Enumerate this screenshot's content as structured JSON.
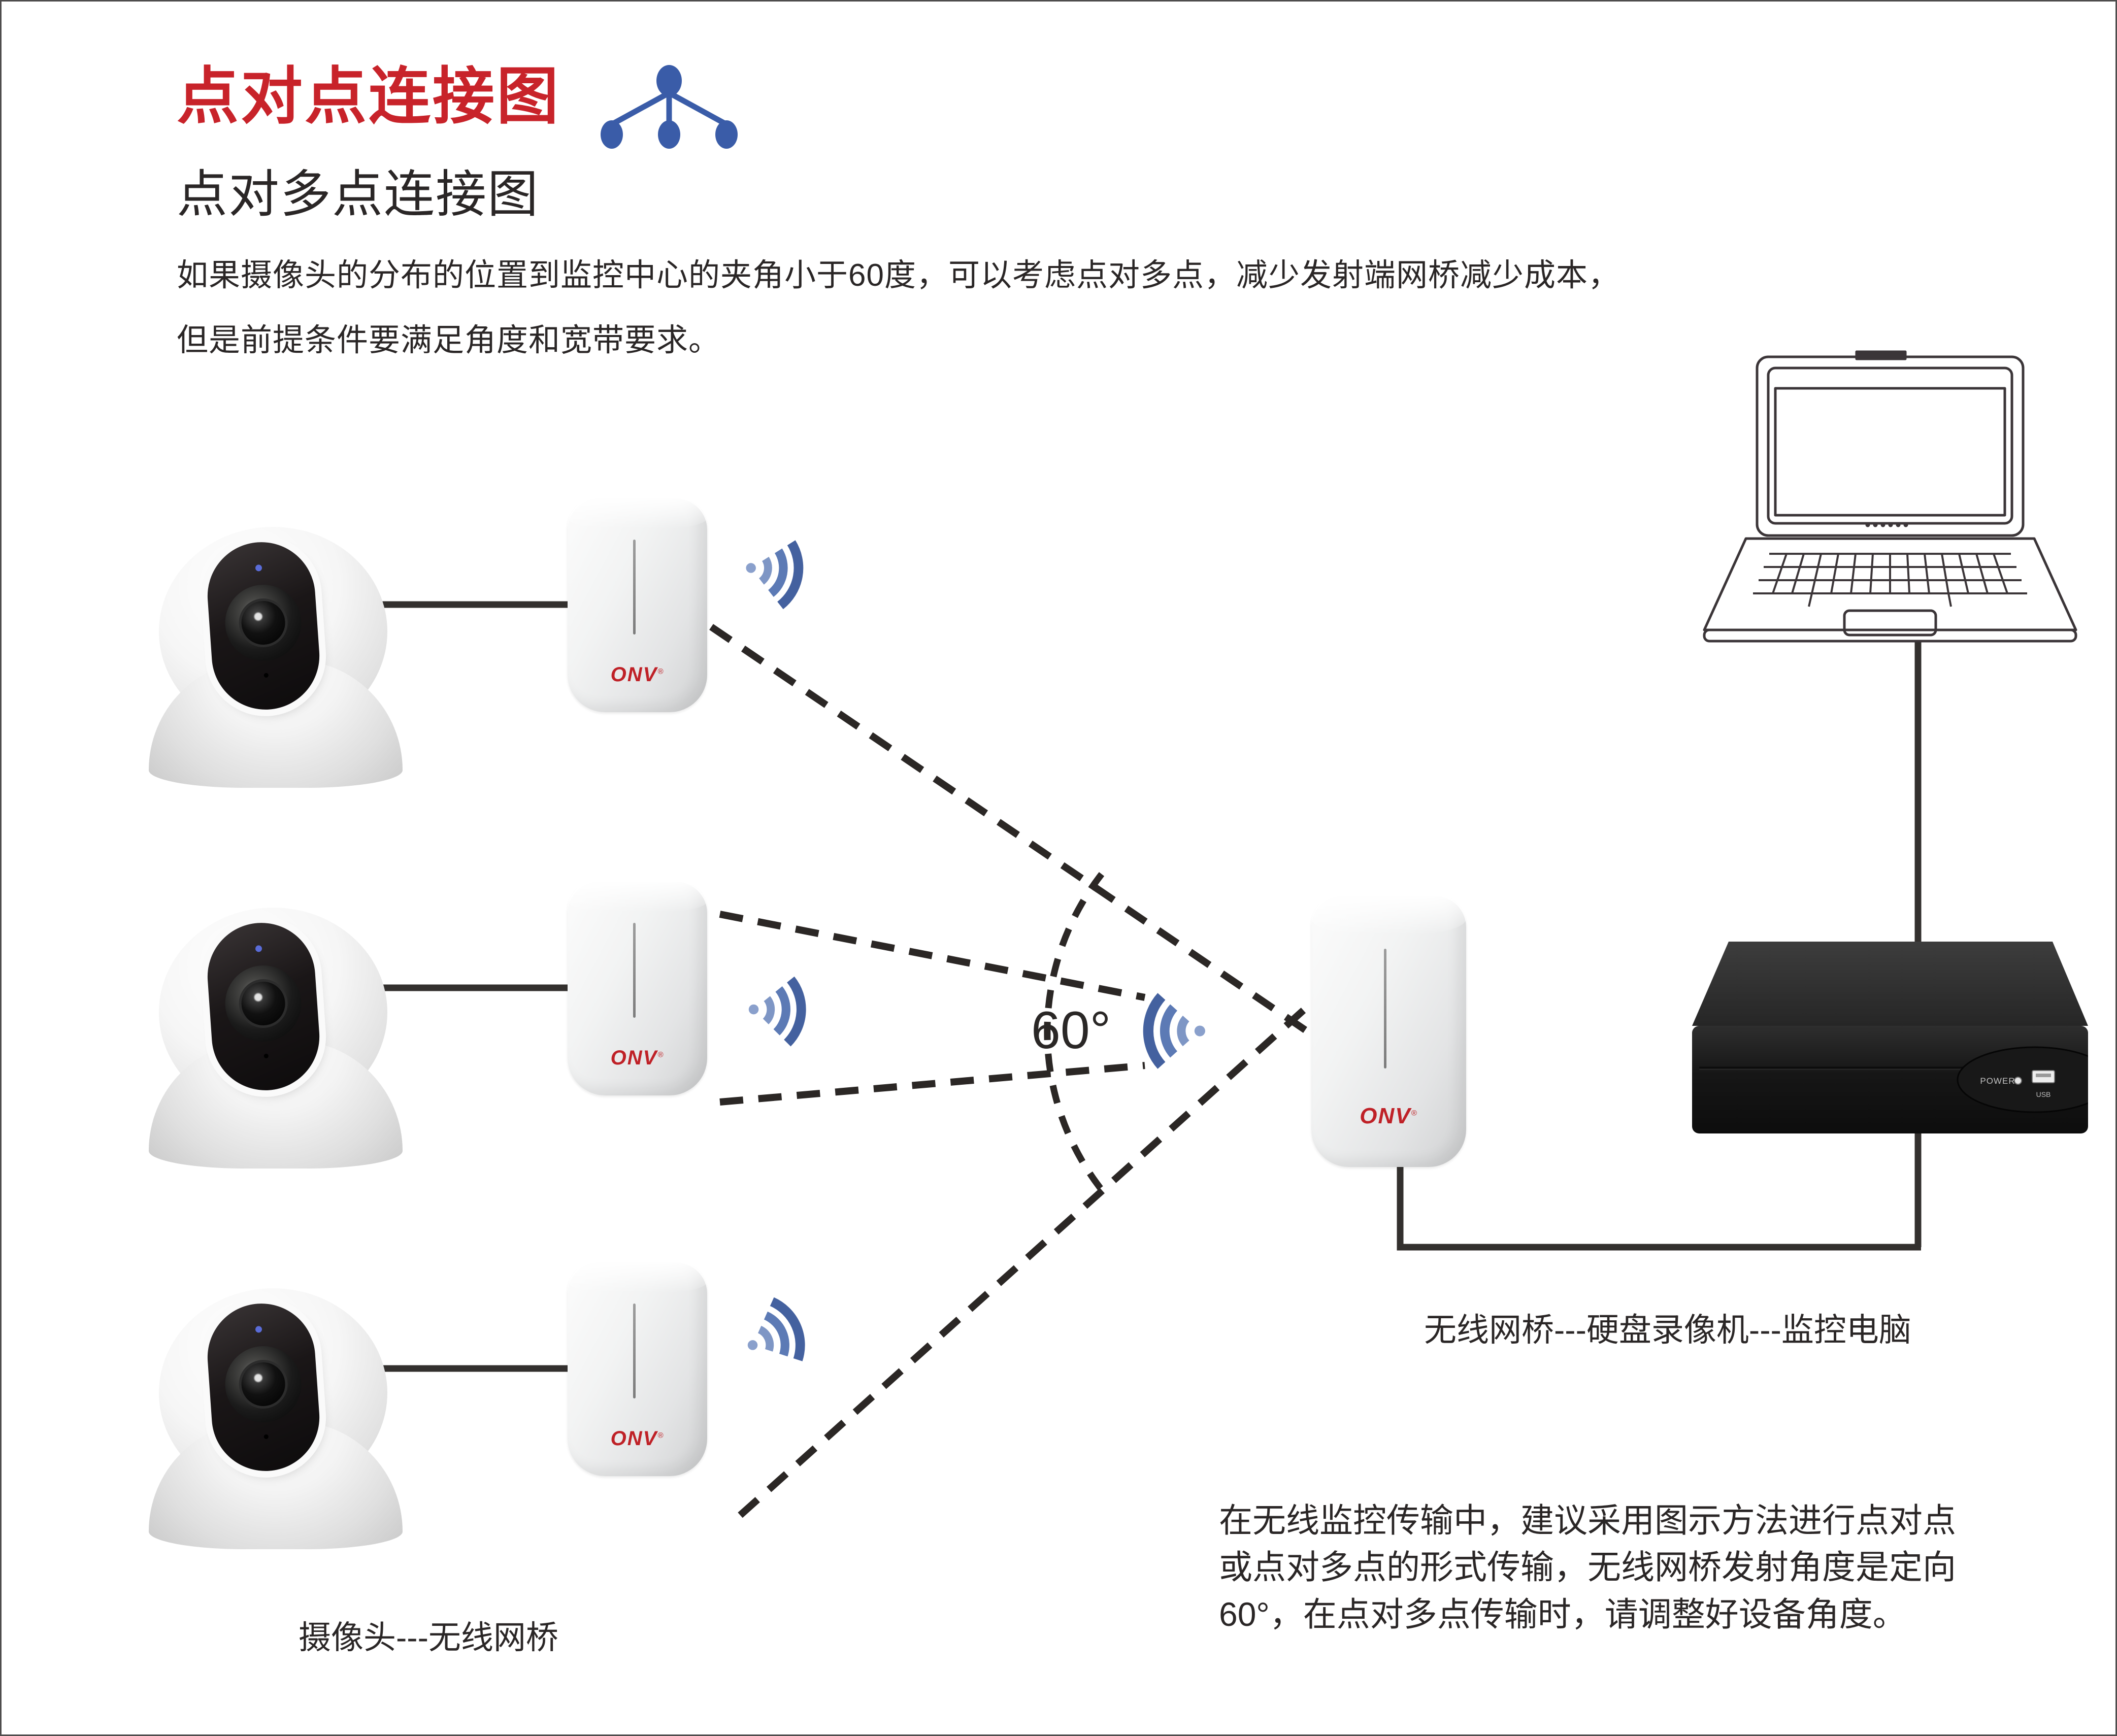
{
  "page": {
    "title": "点对点连接图",
    "subtitle": "点对多点连接图",
    "intro_line1": "如果摄像头的分布的位置到监控中心的夹角小于60度，可以考虑点对多点，减少发射端网桥减少成本，",
    "intro_line2": "但是前提条件要满足角度和宽带要求。",
    "angle_label": "60°",
    "caption_cameras": "摄像头---无线网桥",
    "caption_receiver": "无线网桥---硬盘录像机---监控电脑",
    "note_line1": "在无线监控传输中，建议采用图示方法进行点对点",
    "note_line2": "或点对多点的形式传输，无线网桥发射角度是定向",
    "note_line3": "60°，在点对多点传输时，请调整好设备角度。"
  },
  "devices": {
    "bridge_brand": "ONV",
    "bridge_brand_mark": "®",
    "nvr_power_label": "POWER",
    "nvr_usb_label": "USB"
  },
  "colors": {
    "title_red": "#c8232a",
    "brand_red": "#bf2127",
    "icon_blue": "#3a5ca8",
    "wire_dark": "#33302e",
    "text_dark": "#2a2626"
  }
}
